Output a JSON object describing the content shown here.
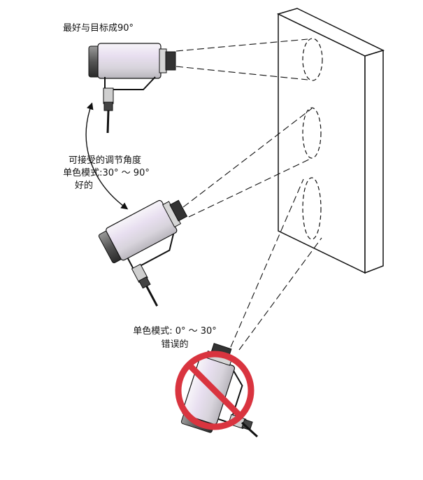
{
  "labels": {
    "top": "最好与目标成90°",
    "middle_line1": "可接受的调节角度",
    "middle_line2": "单色模式:30° ～ 90°",
    "middle_line3": "好的",
    "bottom_line1": "单色模式: 0° ～ 30°",
    "bottom_line2": "错误的"
  },
  "colors": {
    "prohibit": "#d9343f",
    "outline": "#111111",
    "sensor_body": "#e9e4ee",
    "lens_dark": "#333333"
  },
  "icons": {
    "prohibit": "no-entry-circle-icon",
    "arrow": "curved-double-arrow-icon"
  }
}
